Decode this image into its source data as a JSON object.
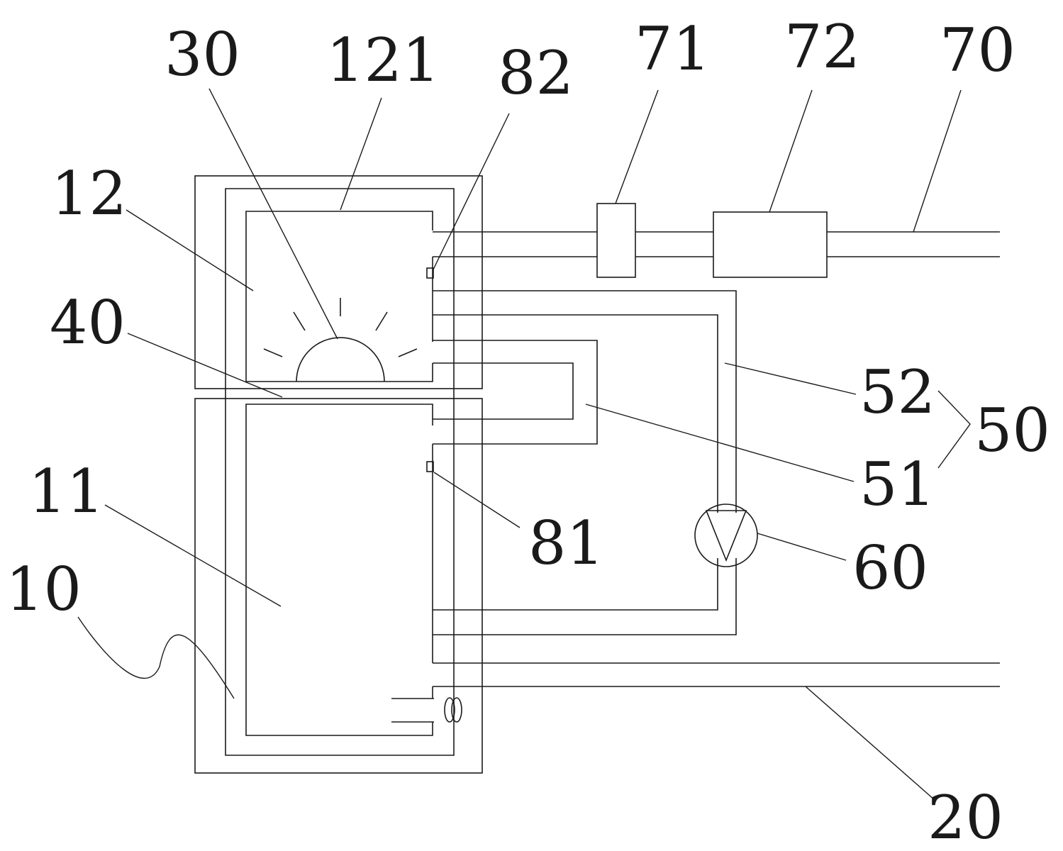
{
  "labels": {
    "l10": "10",
    "l11": "11",
    "l12": "12",
    "l121": "121",
    "l20": "20",
    "l30": "30",
    "l40": "40",
    "l50": "50",
    "l51": "51",
    "l52": "52",
    "l60": "60",
    "l70": "70",
    "l71": "71",
    "l72": "72",
    "l81": "81",
    "l82": "82"
  }
}
